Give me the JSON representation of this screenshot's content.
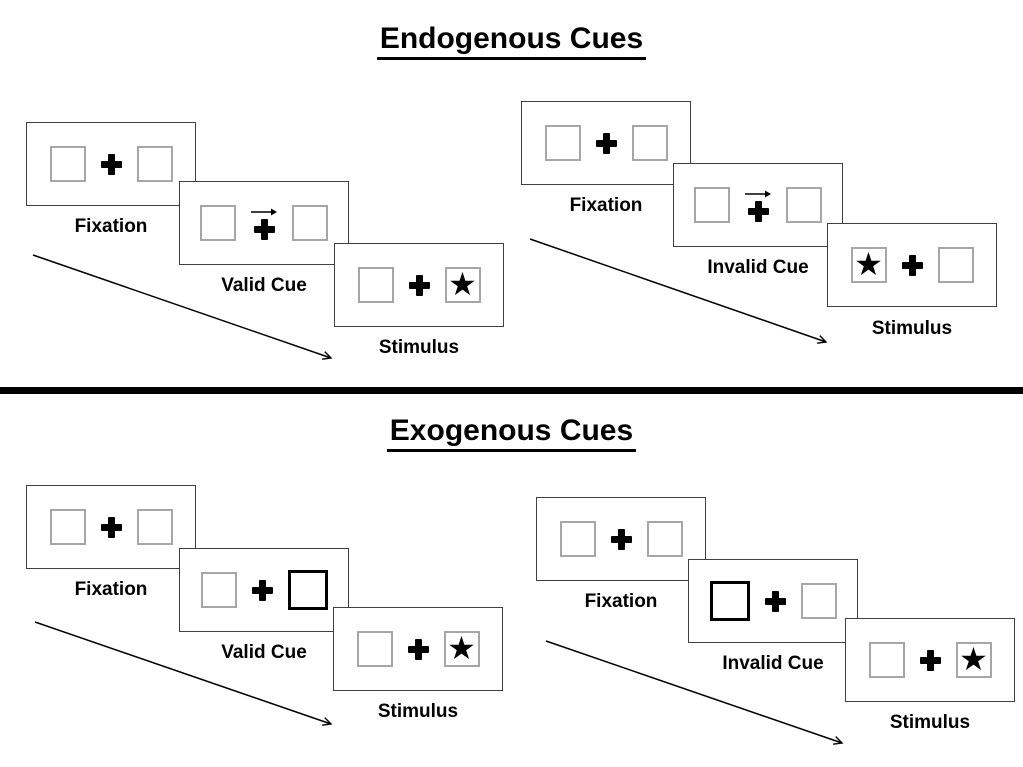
{
  "diagram": {
    "kind": "Posner attentional cueing task schematic",
    "sections": [
      {
        "title": "Endogenous Cues",
        "sequences": [
          {
            "condition": "valid",
            "panels": {
              "fixation": {
                "label": "Fixation"
              },
              "cue": {
                "label": "Valid Cue",
                "cue_type": "central-arrow-right"
              },
              "stimulus": {
                "label": "Stimulus",
                "star_side": "right"
              }
            }
          },
          {
            "condition": "invalid",
            "panels": {
              "fixation": {
                "label": "Fixation"
              },
              "cue": {
                "label": "Invalid Cue",
                "cue_type": "central-arrow-right"
              },
              "stimulus": {
                "label": "Stimulus",
                "star_side": "left"
              }
            }
          }
        ]
      },
      {
        "title": "Exogenous Cues",
        "sequences": [
          {
            "condition": "valid",
            "panels": {
              "fixation": {
                "label": "Fixation"
              },
              "cue": {
                "label": "Valid Cue",
                "cue_type": "peripheral-highlight-right"
              },
              "stimulus": {
                "label": "Stimulus",
                "star_side": "right"
              }
            }
          },
          {
            "condition": "invalid",
            "panels": {
              "fixation": {
                "label": "Fixation"
              },
              "cue": {
                "label": "Invalid Cue",
                "cue_type": "peripheral-highlight-left"
              },
              "stimulus": {
                "label": "Stimulus",
                "star_side": "right"
              }
            }
          }
        ]
      }
    ],
    "icons": {
      "star": "★",
      "cue_arrow_right": "→",
      "fixation_cross": "✚"
    },
    "colors": {
      "ink": "#000000",
      "panel_border": "#3f3f3f",
      "box_border": "#a6a6a6",
      "background": "#ffffff"
    }
  }
}
